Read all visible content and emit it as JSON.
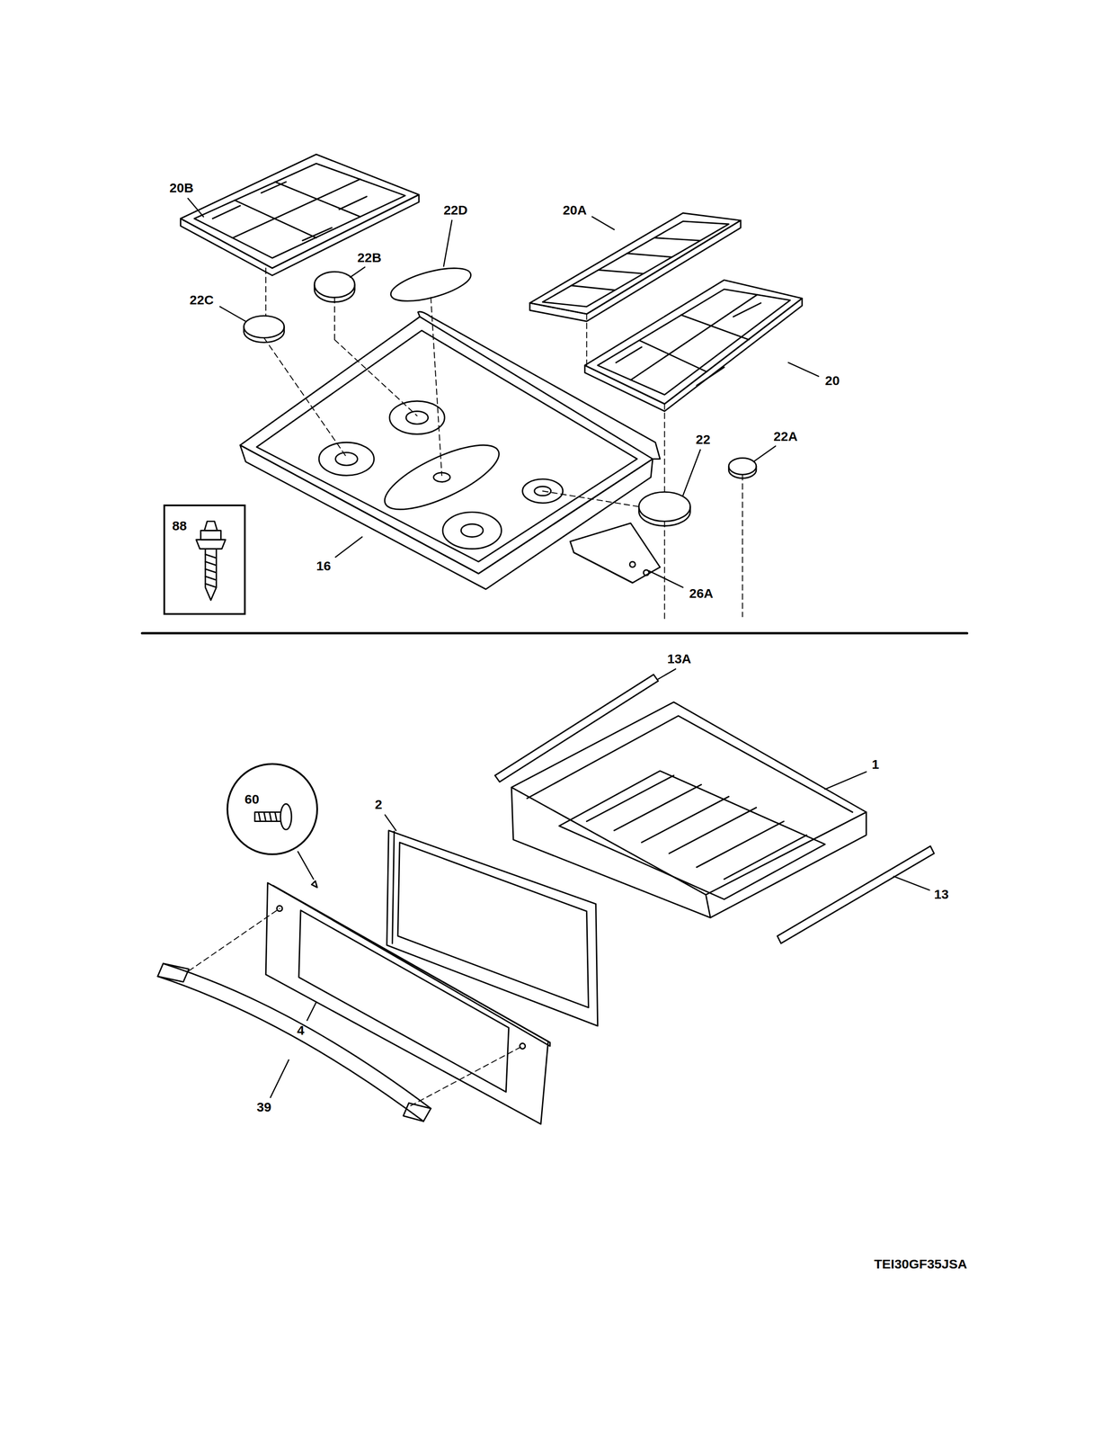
{
  "diagram": {
    "nodes": [
      {
        "text": [
          "88"
        ]
      },
      {
        "text": [
          "60"
        ]
      }
    ],
    "labels": [
      "20B",
      "22D",
      "22B",
      "20A",
      "22C",
      "20",
      "22",
      "22A",
      "16",
      "26A",
      "13A",
      "1",
      "2",
      "13",
      "4",
      "39",
      "TEI30GF35JSA"
    ]
  }
}
